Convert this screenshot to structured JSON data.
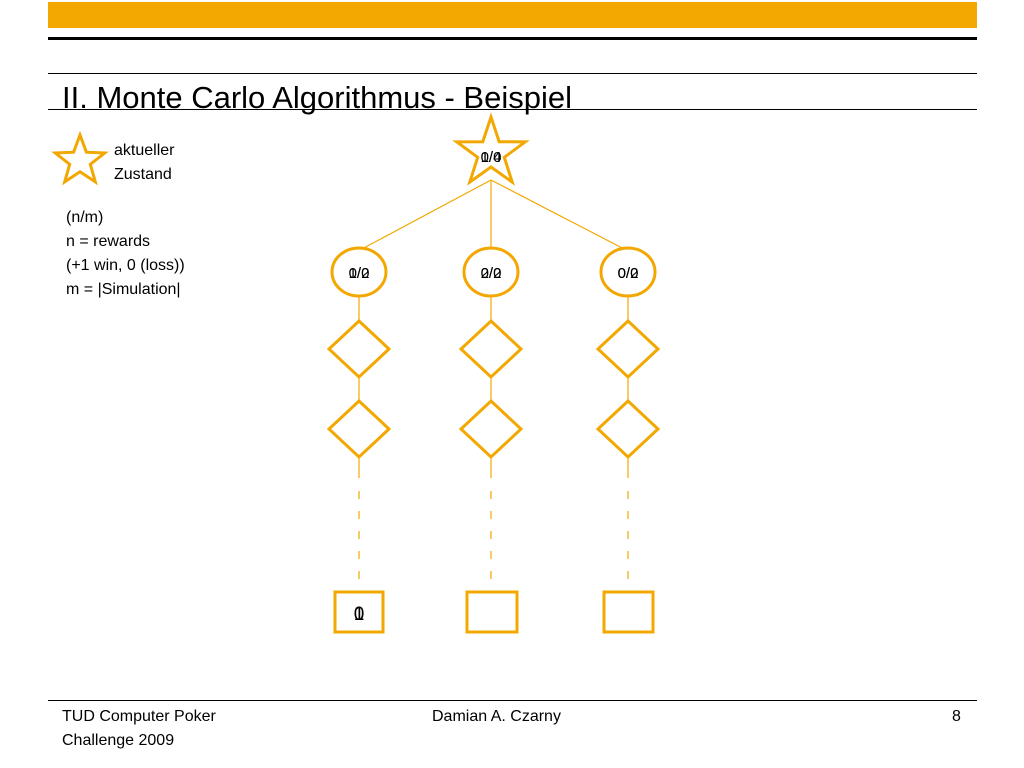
{
  "slide": {
    "title": "II. Monte Carlo Algorithmus - Beispiel",
    "accent_color": "#f2a800"
  },
  "legend": {
    "star_label_line1": "aktueller",
    "star_label_line2": "Zustand",
    "lines": [
      "(n/m)",
      "n = rewards",
      "(+1 win, 0 (loss))",
      "m = |Simulation|"
    ]
  },
  "tree": {
    "root": {
      "shape": "star",
      "label_a": "0/0",
      "label_b": "1/4"
    },
    "branches": [
      {
        "node_label_a": "0/0",
        "node_label_b": "1/2",
        "leaf_label_a": "1",
        "leaf_label_b": "0"
      },
      {
        "node_label_a": "0/0",
        "node_label_b": "2/2",
        "leaf_label_a": "",
        "leaf_label_b": ""
      },
      {
        "node_label_a": "0/0",
        "node_label_b": "0/2",
        "leaf_label_a": "",
        "leaf_label_b": ""
      }
    ]
  },
  "footer": {
    "left_line1": "TUD Computer Poker",
    "left_line2": "Challenge 2009",
    "center": "Damian A. Czarny",
    "page_number": "8"
  }
}
